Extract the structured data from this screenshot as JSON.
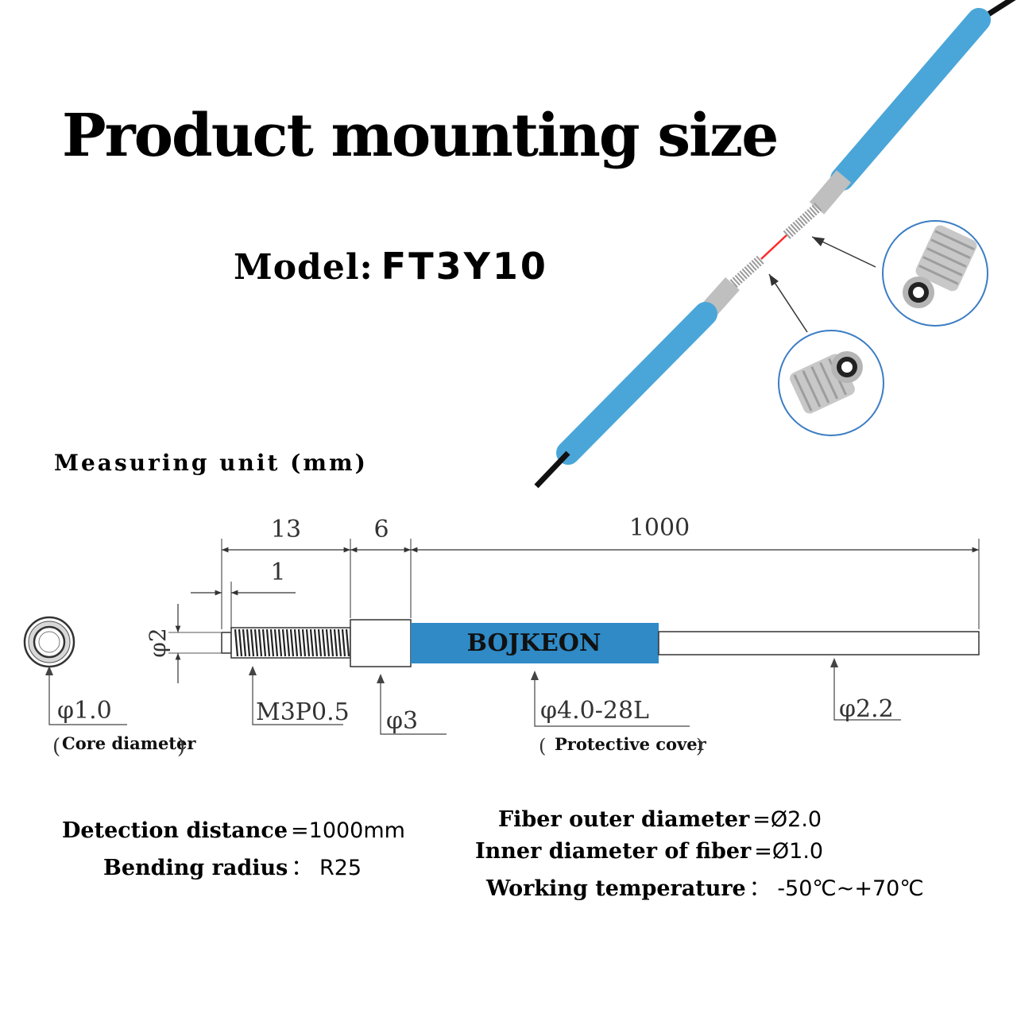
{
  "title": "Product mounting size",
  "model": {
    "label": "Model:",
    "value": "FT3Y10"
  },
  "unit_note": "Measuring unit (mm)",
  "drawing": {
    "dimensions": {
      "thread_length": "13",
      "sleeve_length": "6",
      "cable_length": "1000",
      "tip_length": "1",
      "tip_diameter": "φ2"
    },
    "brand": "BOJKEON",
    "callouts": {
      "core": "φ1.0",
      "core_note": "Core diameter",
      "thread": "M3P0.5",
      "sleeve": "φ3",
      "cover": "φ4.0-28L",
      "cover_note": "Protective cover",
      "cable": "φ2.2"
    }
  },
  "specs": {
    "left": [
      {
        "key": "Detection distance",
        "value": "=1000mm"
      },
      {
        "key": "Bending radius",
        "value": "：  R25"
      }
    ],
    "right": [
      {
        "key": "Fiber outer diameter",
        "value": "=Ø2.0"
      },
      {
        "key": "Inner diameter of fiber",
        "value": "=Ø1.0"
      },
      {
        "key": "Working temperature",
        "value": "：  -50℃~+70℃"
      }
    ]
  },
  "colors": {
    "sleeve_blue": "#2f8ac6",
    "cable_blue": "#4aa6d8",
    "text": "#000000",
    "line": "#333333"
  }
}
